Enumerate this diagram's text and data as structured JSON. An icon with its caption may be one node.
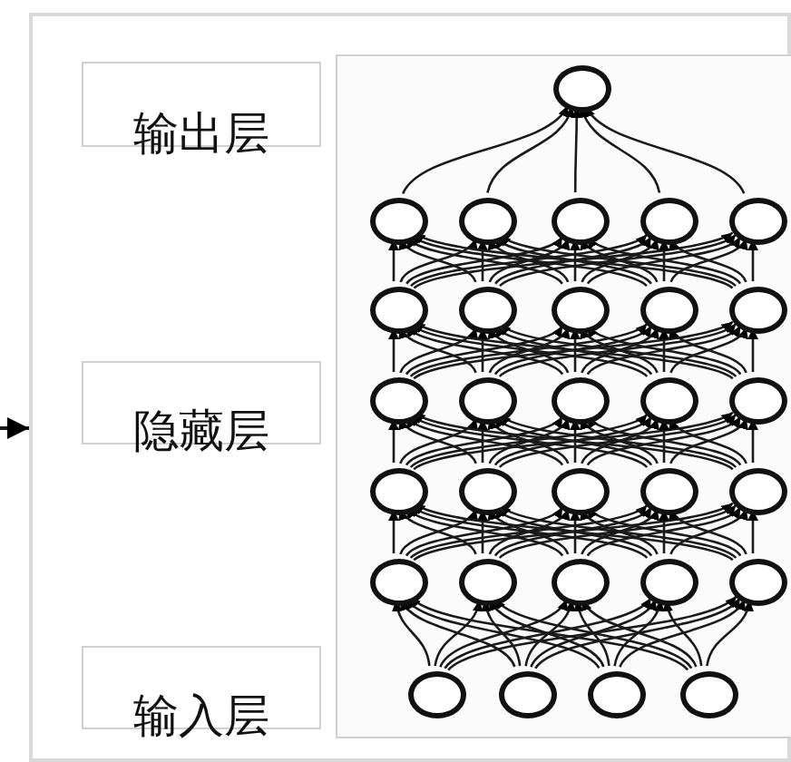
{
  "diagram": {
    "nodes": [
      {
        "text": [],
        "shape": "box"
      },
      {
        "text": [
          "输出层"
        ],
        "in": 0
      },
      {
        "text": [
          "隐藏层"
        ],
        "in": 0
      },
      {
        "text": [
          "输入层"
        ],
        "in": 0
      },
      {
        "text": [],
        "shape": "box",
        "in": 0
      },
      {
        "text": [],
        "shape": "circle",
        "in": 4
      },
      {
        "text": [],
        "shape": "circle",
        "in": 4
      },
      {
        "text": [],
        "shape": "circle",
        "in": 4
      },
      {
        "text": [],
        "shape": "circle",
        "in": 4
      },
      {
        "text": [],
        "shape": "circle",
        "in": 4
      },
      {
        "text": [],
        "shape": "circle",
        "in": 4
      },
      {
        "text": [],
        "shape": "circle",
        "in": 4
      },
      {
        "text": [],
        "shape": "circle",
        "in": 4
      },
      {
        "text": [],
        "shape": "circle",
        "in": 4
      },
      {
        "text": [],
        "shape": "circle",
        "in": 4
      },
      {
        "text": [],
        "shape": "circle",
        "in": 4
      },
      {
        "text": [],
        "shape": "circle",
        "in": 4
      },
      {
        "text": [],
        "shape": "circle",
        "in": 4
      },
      {
        "text": [],
        "shape": "circle",
        "in": 4
      },
      {
        "text": [],
        "shape": "circle",
        "in": 4
      },
      {
        "text": [],
        "shape": "circle",
        "in": 4
      },
      {
        "text": [],
        "shape": "circle",
        "in": 4
      },
      {
        "text": [],
        "shape": "circle",
        "in": 4
      },
      {
        "text": [],
        "shape": "circle",
        "in": 4
      },
      {
        "text": [],
        "shape": "circle",
        "in": 4
      },
      {
        "text": [],
        "shape": "circle",
        "in": 4
      },
      {
        "text": [],
        "shape": "circle",
        "in": 4
      },
      {
        "text": [],
        "shape": "circle",
        "in": 4
      },
      {
        "text": [],
        "shape": "circle",
        "in": 4
      },
      {
        "text": [],
        "shape": "circle",
        "in": 4
      },
      {
        "text": [],
        "shape": "circle",
        "in": 4
      },
      {
        "text": [],
        "shape": "circle",
        "in": 4
      },
      {
        "text": [],
        "shape": "circle",
        "in": 4
      },
      {
        "text": [],
        "shape": "circle",
        "in": 4
      },
      {
        "text": [],
        "shape": "circle",
        "in": 4
      }
    ],
    "edges": [
      {
        "from": null,
        "to": 0,
        "arrow": "to"
      },
      {
        "from": 31,
        "to": 26,
        "arrow": "to"
      },
      {
        "from": 31,
        "to": 27,
        "arrow": "to"
      },
      {
        "from": 31,
        "to": 28,
        "arrow": "to"
      },
      {
        "from": 31,
        "to": 29,
        "arrow": "to"
      },
      {
        "from": 31,
        "to": 30,
        "arrow": "to"
      },
      {
        "from": 32,
        "to": 26,
        "arrow": "to"
      },
      {
        "from": 32,
        "to": 27,
        "arrow": "to"
      },
      {
        "from": 32,
        "to": 28,
        "arrow": "to"
      },
      {
        "from": 32,
        "to": 29,
        "arrow": "to"
      },
      {
        "from": 32,
        "to": 30,
        "arrow": "to"
      },
      {
        "from": 33,
        "to": 26,
        "arrow": "to"
      },
      {
        "from": 33,
        "to": 27,
        "arrow": "to"
      },
      {
        "from": 33,
        "to": 28,
        "arrow": "to"
      },
      {
        "from": 33,
        "to": 29,
        "arrow": "to"
      },
      {
        "from": 33,
        "to": 30,
        "arrow": "to"
      },
      {
        "from": 34,
        "to": 26,
        "arrow": "to"
      },
      {
        "from": 34,
        "to": 27,
        "arrow": "to"
      },
      {
        "from": 34,
        "to": 28,
        "arrow": "to"
      },
      {
        "from": 34,
        "to": 29,
        "arrow": "to"
      },
      {
        "from": 34,
        "to": 30,
        "arrow": "to"
      },
      {
        "from": 26,
        "to": 21,
        "arrow": "to"
      },
      {
        "from": 26,
        "to": 22,
        "arrow": "to"
      },
      {
        "from": 26,
        "to": 23,
        "arrow": "to"
      },
      {
        "from": 26,
        "to": 24,
        "arrow": "to"
      },
      {
        "from": 26,
        "to": 25,
        "arrow": "to"
      },
      {
        "from": 27,
        "to": 21,
        "arrow": "to"
      },
      {
        "from": 27,
        "to": 22,
        "arrow": "to"
      },
      {
        "from": 27,
        "to": 23,
        "arrow": "to"
      },
      {
        "from": 27,
        "to": 24,
        "arrow": "to"
      },
      {
        "from": 27,
        "to": 25,
        "arrow": "to"
      },
      {
        "from": 28,
        "to": 21,
        "arrow": "to"
      },
      {
        "from": 28,
        "to": 22,
        "arrow": "to"
      },
      {
        "from": 28,
        "to": 23,
        "arrow": "to"
      },
      {
        "from": 28,
        "to": 24,
        "arrow": "to"
      },
      {
        "from": 28,
        "to": 25,
        "arrow": "to"
      },
      {
        "from": 29,
        "to": 21,
        "arrow": "to"
      },
      {
        "from": 29,
        "to": 22,
        "arrow": "to"
      },
      {
        "from": 29,
        "to": 23,
        "arrow": "to"
      },
      {
        "from": 29,
        "to": 24,
        "arrow": "to"
      },
      {
        "from": 29,
        "to": 25,
        "arrow": "to"
      },
      {
        "from": 30,
        "to": 21,
        "arrow": "to"
      },
      {
        "from": 30,
        "to": 22,
        "arrow": "to"
      },
      {
        "from": 30,
        "to": 23,
        "arrow": "to"
      },
      {
        "from": 30,
        "to": 24,
        "arrow": "to"
      },
      {
        "from": 30,
        "to": 25,
        "arrow": "to"
      },
      {
        "from": 21,
        "to": 16,
        "arrow": "to"
      },
      {
        "from": 21,
        "to": 17,
        "arrow": "to"
      },
      {
        "from": 21,
        "to": 18,
        "arrow": "to"
      },
      {
        "from": 21,
        "to": 19,
        "arrow": "to"
      },
      {
        "from": 21,
        "to": 20,
        "arrow": "to"
      },
      {
        "from": 22,
        "to": 16,
        "arrow": "to"
      },
      {
        "from": 22,
        "to": 17,
        "arrow": "to"
      },
      {
        "from": 22,
        "to": 18,
        "arrow": "to"
      },
      {
        "from": 22,
        "to": 19,
        "arrow": "to"
      },
      {
        "from": 22,
        "to": 20,
        "arrow": "to"
      },
      {
        "from": 23,
        "to": 16,
        "arrow": "to"
      },
      {
        "from": 23,
        "to": 17,
        "arrow": "to"
      },
      {
        "from": 23,
        "to": 18,
        "arrow": "to"
      },
      {
        "from": 23,
        "to": 19,
        "arrow": "to"
      },
      {
        "from": 23,
        "to": 20,
        "arrow": "to"
      },
      {
        "from": 24,
        "to": 16,
        "arrow": "to"
      },
      {
        "from": 24,
        "to": 17,
        "arrow": "to"
      },
      {
        "from": 24,
        "to": 18,
        "arrow": "to"
      },
      {
        "from": 24,
        "to": 19,
        "arrow": "to"
      },
      {
        "from": 24,
        "to": 20,
        "arrow": "to"
      },
      {
        "from": 25,
        "to": 16,
        "arrow": "to"
      },
      {
        "from": 25,
        "to": 17,
        "arrow": "to"
      },
      {
        "from": 25,
        "to": 18,
        "arrow": "to"
      },
      {
        "from": 25,
        "to": 19,
        "arrow": "to"
      },
      {
        "from": 25,
        "to": 20,
        "arrow": "to"
      },
      {
        "from": 16,
        "to": 11,
        "arrow": "to"
      },
      {
        "from": 16,
        "to": 12,
        "arrow": "to"
      },
      {
        "from": 16,
        "to": 13,
        "arrow": "to"
      },
      {
        "from": 16,
        "to": 14,
        "arrow": "to"
      },
      {
        "from": 16,
        "to": 15,
        "arrow": "to"
      },
      {
        "from": 17,
        "to": 11,
        "arrow": "to"
      },
      {
        "from": 17,
        "to": 12,
        "arrow": "to"
      },
      {
        "from": 17,
        "to": 13,
        "arrow": "to"
      },
      {
        "from": 17,
        "to": 14,
        "arrow": "to"
      },
      {
        "from": 17,
        "to": 15,
        "arrow": "to"
      },
      {
        "from": 18,
        "to": 11,
        "arrow": "to"
      },
      {
        "from": 18,
        "to": 12,
        "arrow": "to"
      },
      {
        "from": 18,
        "to": 13,
        "arrow": "to"
      },
      {
        "from": 18,
        "to": 14,
        "arrow": "to"
      },
      {
        "from": 18,
        "to": 15,
        "arrow": "to"
      },
      {
        "from": 19,
        "to": 11,
        "arrow": "to"
      },
      {
        "from": 19,
        "to": 12,
        "arrow": "to"
      },
      {
        "from": 19,
        "to": 13,
        "arrow": "to"
      },
      {
        "from": 19,
        "to": 14,
        "arrow": "to"
      },
      {
        "from": 19,
        "to": 15,
        "arrow": "to"
      },
      {
        "from": 20,
        "to": 11,
        "arrow": "to"
      },
      {
        "from": 20,
        "to": 12,
        "arrow": "to"
      },
      {
        "from": 20,
        "to": 13,
        "arrow": "to"
      },
      {
        "from": 20,
        "to": 14,
        "arrow": "to"
      },
      {
        "from": 20,
        "to": 15,
        "arrow": "to"
      },
      {
        "from": 11,
        "to": 6,
        "arrow": "to"
      },
      {
        "from": 11,
        "to": 7,
        "arrow": "to"
      },
      {
        "from": 11,
        "to": 8,
        "arrow": "to"
      },
      {
        "from": 11,
        "to": 9,
        "arrow": "to"
      },
      {
        "from": 11,
        "to": 10,
        "arrow": "to"
      },
      {
        "from": 12,
        "to": 6,
        "arrow": "to"
      },
      {
        "from": 12,
        "to": 7,
        "arrow": "to"
      },
      {
        "from": 12,
        "to": 8,
        "arrow": "to"
      },
      {
        "from": 12,
        "to": 9,
        "arrow": "to"
      },
      {
        "from": 12,
        "to": 10,
        "arrow": "to"
      },
      {
        "from": 13,
        "to": 6,
        "arrow": "to"
      },
      {
        "from": 13,
        "to": 7,
        "arrow": "to"
      },
      {
        "from": 13,
        "to": 8,
        "arrow": "to"
      },
      {
        "from": 13,
        "to": 9,
        "arrow": "to"
      },
      {
        "from": 13,
        "to": 10,
        "arrow": "to"
      },
      {
        "from": 14,
        "to": 6,
        "arrow": "to"
      },
      {
        "from": 14,
        "to": 7,
        "arrow": "to"
      },
      {
        "from": 14,
        "to": 8,
        "arrow": "to"
      },
      {
        "from": 14,
        "to": 9,
        "arrow": "to"
      },
      {
        "from": 14,
        "to": 10,
        "arrow": "to"
      },
      {
        "from": 15,
        "to": 6,
        "arrow": "to"
      },
      {
        "from": 15,
        "to": 7,
        "arrow": "to"
      },
      {
        "from": 15,
        "to": 8,
        "arrow": "to"
      },
      {
        "from": 15,
        "to": 9,
        "arrow": "to"
      },
      {
        "from": 15,
        "to": 10,
        "arrow": "to"
      },
      {
        "from": 6,
        "to": 5,
        "arrow": "to"
      },
      {
        "from": 7,
        "to": 5,
        "arrow": "to"
      },
      {
        "from": 8,
        "to": 5,
        "arrow": "to"
      },
      {
        "from": 9,
        "to": 5,
        "arrow": "to"
      },
      {
        "from": 10,
        "to": 5,
        "arrow": "to"
      }
    ]
  }
}
